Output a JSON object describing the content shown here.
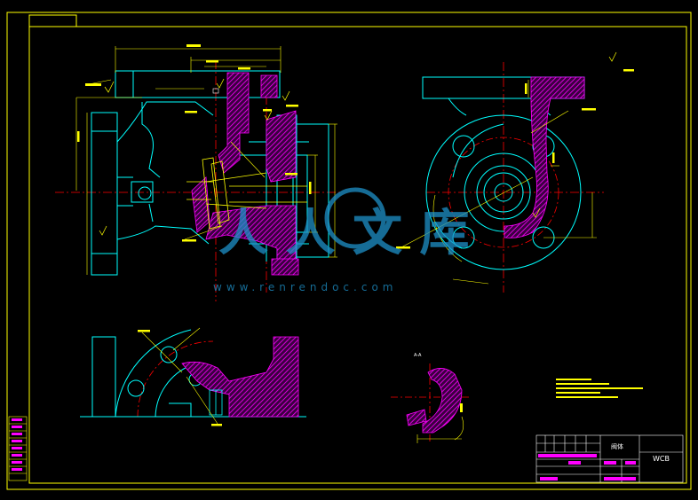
{
  "title_block": {
    "part_name": "阀体",
    "material": "WCB"
  },
  "section_label": "A-A",
  "watermark": {
    "url": "www.renrendoc.com",
    "brand": "人 人 文 库"
  },
  "colors": {
    "frame": "#ffff00",
    "outline": "#00ffff",
    "hatch": "#ff00ff",
    "center": "#ff0000",
    "dimension": "#ffff00",
    "white": "#ffffff",
    "watermark": "#1e90c8"
  }
}
